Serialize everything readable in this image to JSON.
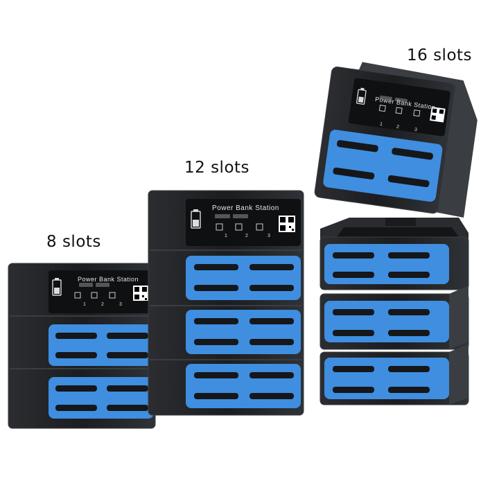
{
  "image": {
    "background": "#ffffff",
    "colors": {
      "housing": "#1d1f22",
      "housing_edge": "#3a3d42",
      "panel": "#0f1012",
      "slot_tray": "#3f8ee0",
      "slot": "#15171a"
    }
  },
  "stations": [
    {
      "label": "8 slots",
      "modules": 2,
      "panel": {
        "title": "Power Bank Station",
        "steps": [
          "1",
          "2",
          "3"
        ]
      }
    },
    {
      "label": "12 slots",
      "modules": 3,
      "panel": {
        "title": "Power Bank Station",
        "steps": [
          "1",
          "2",
          "3"
        ]
      }
    },
    {
      "label": "16 slots",
      "modules": 4,
      "panel": {
        "title": "Power Bank Station",
        "steps": [
          "1",
          "2",
          "3"
        ]
      }
    }
  ],
  "icons": [
    "battery-icon",
    "app-store-badge-icon",
    "google-play-badge-icon",
    "qr-code-icon"
  ]
}
